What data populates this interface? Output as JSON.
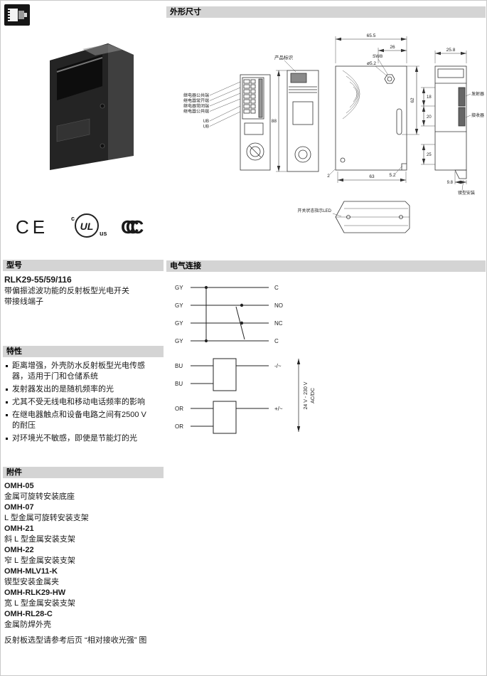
{
  "sections": {
    "model": "型号",
    "features": "特性",
    "accessories": "附件",
    "dimensions": "外形尺寸",
    "electrical": "电气连接"
  },
  "model": {
    "name": "RLK29-55/59/116",
    "desc1": "带偏振滤波功能的反射板型光电开关",
    "desc2": "带接线端子"
  },
  "features": [
    "距离增强，外壳防水反射板型光电传感器，适用于门和仓储系统",
    "发射器发出的是随机频率的光",
    "尤其不受无线电和移动电话频率的影响",
    "在继电器触点和设备电路之间有2500 V 的耐压",
    "对环境光不敏感，即使是节能灯的光"
  ],
  "accessories": {
    "items": [
      {
        "name": "OMH-05",
        "desc": "金属可旋转安装底座"
      },
      {
        "name": "OMH-07",
        "desc": "L 型金属可旋转安装支架"
      },
      {
        "name": "OMH-21",
        "desc": "斜 L 型金属安装支架"
      },
      {
        "name": "OMH-22",
        "desc": "窄 L 型金属安装支架"
      },
      {
        "name": "OMH-MLV11-K",
        "desc": "锲型安装金属夹"
      },
      {
        "name": "OMH-RLK29-HW",
        "desc": "宽 L 型金属安装支架"
      },
      {
        "name": "OMH-RL28-C",
        "desc": "金属防焊外壳"
      }
    ],
    "note": "反射板选型请参考后页 “相对接收光强” 图"
  },
  "logos": {
    "ce": "CE",
    "ul": "UL",
    "ul_c": "c",
    "ul_us": "us",
    "ccc": "CCC"
  },
  "drawing": {
    "terminal_labels": [
      "继电器公共端",
      "继电器常开端",
      "继电器常闭端",
      "继电器公共端",
      "UB",
      "UB"
    ],
    "product_label": "产品标识",
    "led_label": "开关状态指示LED",
    "emitter": "发射器",
    "receiver": "接收器",
    "wedge_mount": "锲型安装",
    "dims": {
      "total_width": "65.5",
      "upper_right_width": "26",
      "hex": "SW8",
      "hole": "ø5.2",
      "side_width": "25.8",
      "total_height": "88",
      "inner_height": "62",
      "d18": "18",
      "d20": "20",
      "d25": "25",
      "notch": "5.2",
      "bottom_gap": "2",
      "bottom_width": "63",
      "foot": "9.8"
    }
  },
  "electrical": {
    "rows": [
      {
        "wire": "GY",
        "terminal": "C"
      },
      {
        "wire": "GY",
        "terminal": "NO"
      },
      {
        "wire": "GY",
        "terminal": "NC"
      },
      {
        "wire": "GY",
        "terminal": "C"
      },
      {
        "wire": "BU",
        "terminal": "-/~"
      },
      {
        "wire": "BU",
        "terminal": ""
      },
      {
        "wire": "OR",
        "terminal": "+/~"
      },
      {
        "wire": "OR",
        "terminal": ""
      }
    ],
    "voltage": "24 V - 230 V",
    "supply_type": "AC/DC"
  }
}
